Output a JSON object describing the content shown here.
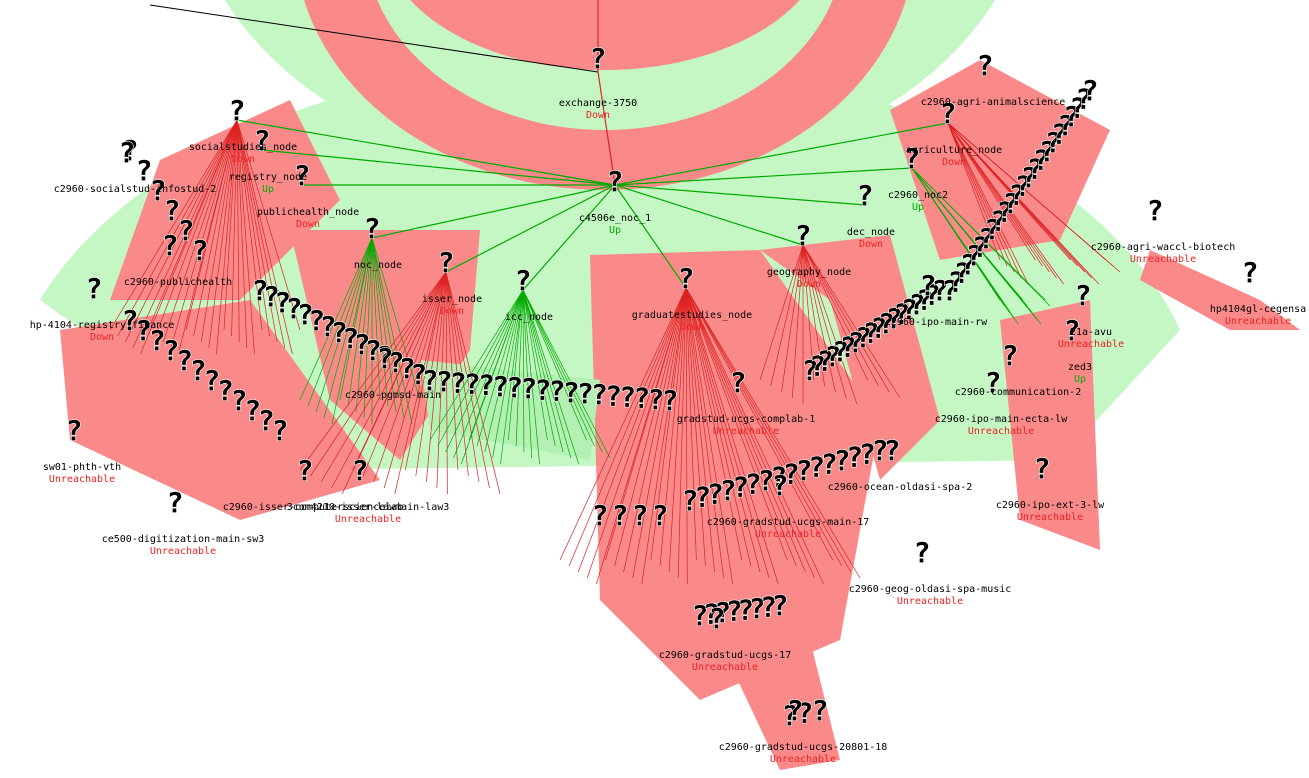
{
  "colors": {
    "up": "#00aa00",
    "down": "#ee2222",
    "unreachable": "#ee2222",
    "ring_up_fill": "#c4f7c4",
    "ring_down_fill": "#fa8a8a",
    "edge_up": "#00aa00",
    "edge_down": "#dd2222",
    "edge_root": "#000000"
  },
  "icon": "question-mark-icon",
  "root": {
    "name": "c4506e_noc_1",
    "status": "Up"
  },
  "parent": {
    "name": "exchange-3750",
    "status": "Down"
  },
  "hubs": [
    {
      "name": "socialstudies_node",
      "status": "Down"
    },
    {
      "name": "registry_node",
      "status": "Up"
    },
    {
      "name": "publichealth_node",
      "status": "Down"
    },
    {
      "name": "noc_node",
      "status": ""
    },
    {
      "name": "isser_node",
      "status": "Down"
    },
    {
      "name": "icc_node",
      "status": ""
    },
    {
      "name": "graduatestudies_node",
      "status": "Down"
    },
    {
      "name": "geography_node",
      "status": "Down"
    },
    {
      "name": "dec_node",
      "status": "Down"
    },
    {
      "name": "agriculture_node",
      "status": "Down"
    },
    {
      "name": "c2960_noc2",
      "status": "Up"
    }
  ],
  "leaves": [
    {
      "name": "hp4104gl-cegensa",
      "status": "Unreachable"
    },
    {
      "name": "c2960-agri-waccl-biotech",
      "status": "Unreachable"
    },
    {
      "name": "c2960-geog-oldasi-spa-music",
      "status": "Unreachable"
    },
    {
      "name": "sw01-phth-vth",
      "status": "Unreachable"
    },
    {
      "name": "ce500-digitization-main-sw3",
      "status": "Unreachable"
    },
    {
      "name": "3com4210-isser-lawmain-law3",
      "status": "Unreachable"
    },
    {
      "name": "c2960-isser-computersciencelab",
      "status": ""
    },
    {
      "name": "gradstud-ucgs-complab-1",
      "status": "Unreachable"
    },
    {
      "name": "c2960-ipo-main-ecta-lw",
      "status": "Unreachable"
    },
    {
      "name": "c2960-gradstud-ucgs-main-17",
      "status": "Unreachable"
    },
    {
      "name": "c2960-gradstud-ucgs-20801-18",
      "status": "Unreachable"
    },
    {
      "name": "c2960-gradstud-ucgs-17",
      "status": "Unreachable"
    },
    {
      "name": "hp-4104-registry-finance",
      "status": "Down"
    },
    {
      "name": "c2960-socialstud-infostud-2",
      "status": ""
    },
    {
      "name": "c2960-publichealth",
      "status": ""
    },
    {
      "name": "c2960-communication-2",
      "status": ""
    },
    {
      "name": "c2960-ipo-main-rw",
      "status": ""
    },
    {
      "name": "c2960-agri-animalscience",
      "status": ""
    },
    {
      "name": "c2960-pgmsd-main",
      "status": ""
    },
    {
      "name": "c2960-ipo-ext-3-lw",
      "status": "Unreachable"
    },
    {
      "name": "zed3",
      "status": "Up"
    },
    {
      "name": "21a-avu",
      "status": "Unreachable"
    },
    {
      "name": "c2960-ocean-oldasi-spa-2",
      "status": ""
    }
  ]
}
